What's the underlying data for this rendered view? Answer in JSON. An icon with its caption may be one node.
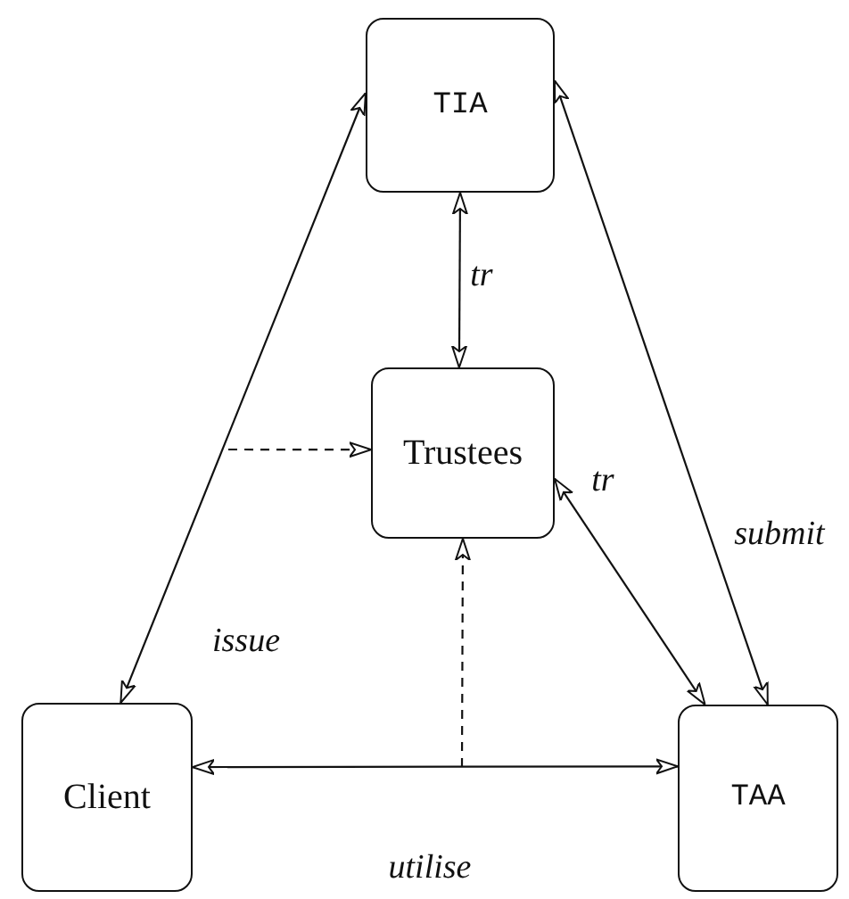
{
  "diagram": {
    "nodes": [
      {
        "text": [
          "TIA"
        ]
      },
      {
        "text": [
          "Trustees"
        ]
      },
      {
        "text": [
          "Client"
        ]
      },
      {
        "text": [
          "TAA"
        ]
      }
    ],
    "edges": [
      {
        "from": 0,
        "to": 2,
        "arrow": "both",
        "label": "issue"
      },
      {
        "from": 0,
        "to": 1,
        "arrow": "both",
        "label": "tr"
      },
      {
        "from": 1,
        "to": 3,
        "arrow": "both",
        "label": "tr"
      },
      {
        "from": 0,
        "to": 3,
        "arrow": "both",
        "label": "submit"
      },
      {
        "from": 2,
        "to": 3,
        "arrow": "both",
        "label": "utilise"
      },
      {
        "from": null,
        "to": 1,
        "arrow": "to",
        "style": "dashed"
      },
      {
        "from": null,
        "to": 1,
        "arrow": "to",
        "style": "dashed"
      }
    ]
  }
}
